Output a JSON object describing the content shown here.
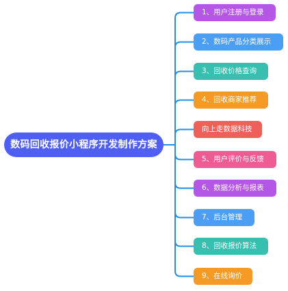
{
  "root": {
    "label": "数码回收报价小程序开发制作方案",
    "color": "#4f5ff5"
  },
  "connector_color": "#1f8ee6",
  "branches": [
    {
      "label": "1、用户注册与登录",
      "color": "#b457e6"
    },
    {
      "label": "2、数码产品分类展示",
      "color": "#4a9ff5"
    },
    {
      "label": "3、回收价格查询",
      "color": "#37bfb0"
    },
    {
      "label": "4、回收商家推荐",
      "color": "#f59b25"
    },
    {
      "label": "向上走数据科技",
      "color": "#f0605a"
    },
    {
      "label": "5、用户评价与反馈",
      "color": "#ef5c94"
    },
    {
      "label": "6、数据分析与报表",
      "color": "#b457e6"
    },
    {
      "label": "7、后台管理",
      "color": "#4a9ff5"
    },
    {
      "label": "8、回收报价算法",
      "color": "#37bfb0"
    },
    {
      "label": "9、在线询价",
      "color": "#f59b25"
    }
  ]
}
